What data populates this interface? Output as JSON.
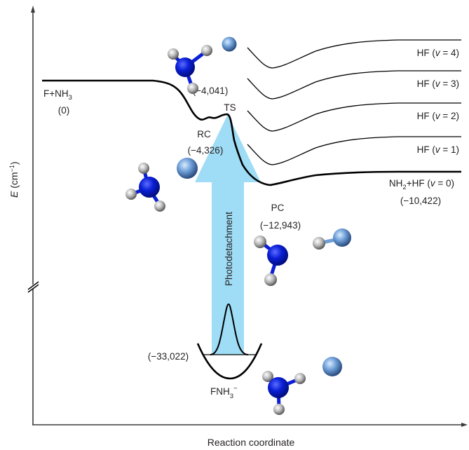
{
  "figure": {
    "type": "potential-energy-diagram",
    "axes": {
      "y_label_italic": "E",
      "y_label_rest": " (cm",
      "y_label_sup": "−1",
      "y_label_close": ")",
      "x_label": "Reaction coordinate",
      "y_axis_break": true
    },
    "colors": {
      "axis": "#3c3c3c",
      "curve": "#000000",
      "arrow_fill": "#9fdcf5",
      "nitrogen": "#0a1fd6",
      "hydrogen": "#b8b8b8",
      "fluorine": "#6f9fd8",
      "text": "#231f20"
    },
    "stationary_points": [
      {
        "id": "reactants",
        "name_main": "F+NH",
        "name_sub": "3",
        "energy_text": "(0)",
        "energy": 0
      },
      {
        "id": "rc",
        "name": "RC",
        "energy_text": "(−4,326)",
        "energy": -4326
      },
      {
        "id": "ts",
        "name": "TS",
        "energy_text": "(−4,041)",
        "energy": -4041
      },
      {
        "id": "pc",
        "name": "PC",
        "energy_text": "(−12,943)",
        "energy": -12943
      },
      {
        "id": "products",
        "name_a": "NH",
        "name_sub": "2",
        "name_b": "+HF (",
        "name_v": "v",
        "name_c": " = 0)",
        "energy_text": "(−10,422)",
        "energy": -10422
      },
      {
        "id": "anion",
        "name_main": "FNH",
        "name_sub": "3",
        "name_sup": "−",
        "energy_text": "(−33,022)",
        "energy": -33022
      }
    ],
    "vibrational_channels": [
      {
        "label_a": "HF (",
        "label_v": "v",
        "label_b": " = 4)",
        "v": 4
      },
      {
        "label_a": "HF (",
        "label_v": "v",
        "label_b": " = 3)",
        "v": 3
      },
      {
        "label_a": "HF (",
        "label_v": "v",
        "label_b": " = 2)",
        "v": 2
      },
      {
        "label_a": "HF (",
        "label_v": "v",
        "label_b": " = 1)",
        "v": 1
      }
    ],
    "arrow_label": "Photodetachment",
    "molecules": [
      {
        "id": "mol-ts",
        "description": "NH3 + F at transition state"
      },
      {
        "id": "mol-rc",
        "description": "NH3 + F reactant complex"
      },
      {
        "id": "mol-pc",
        "description": "NH2 + HF product complex"
      },
      {
        "id": "mol-anion",
        "description": "FNH3 anion"
      }
    ]
  }
}
